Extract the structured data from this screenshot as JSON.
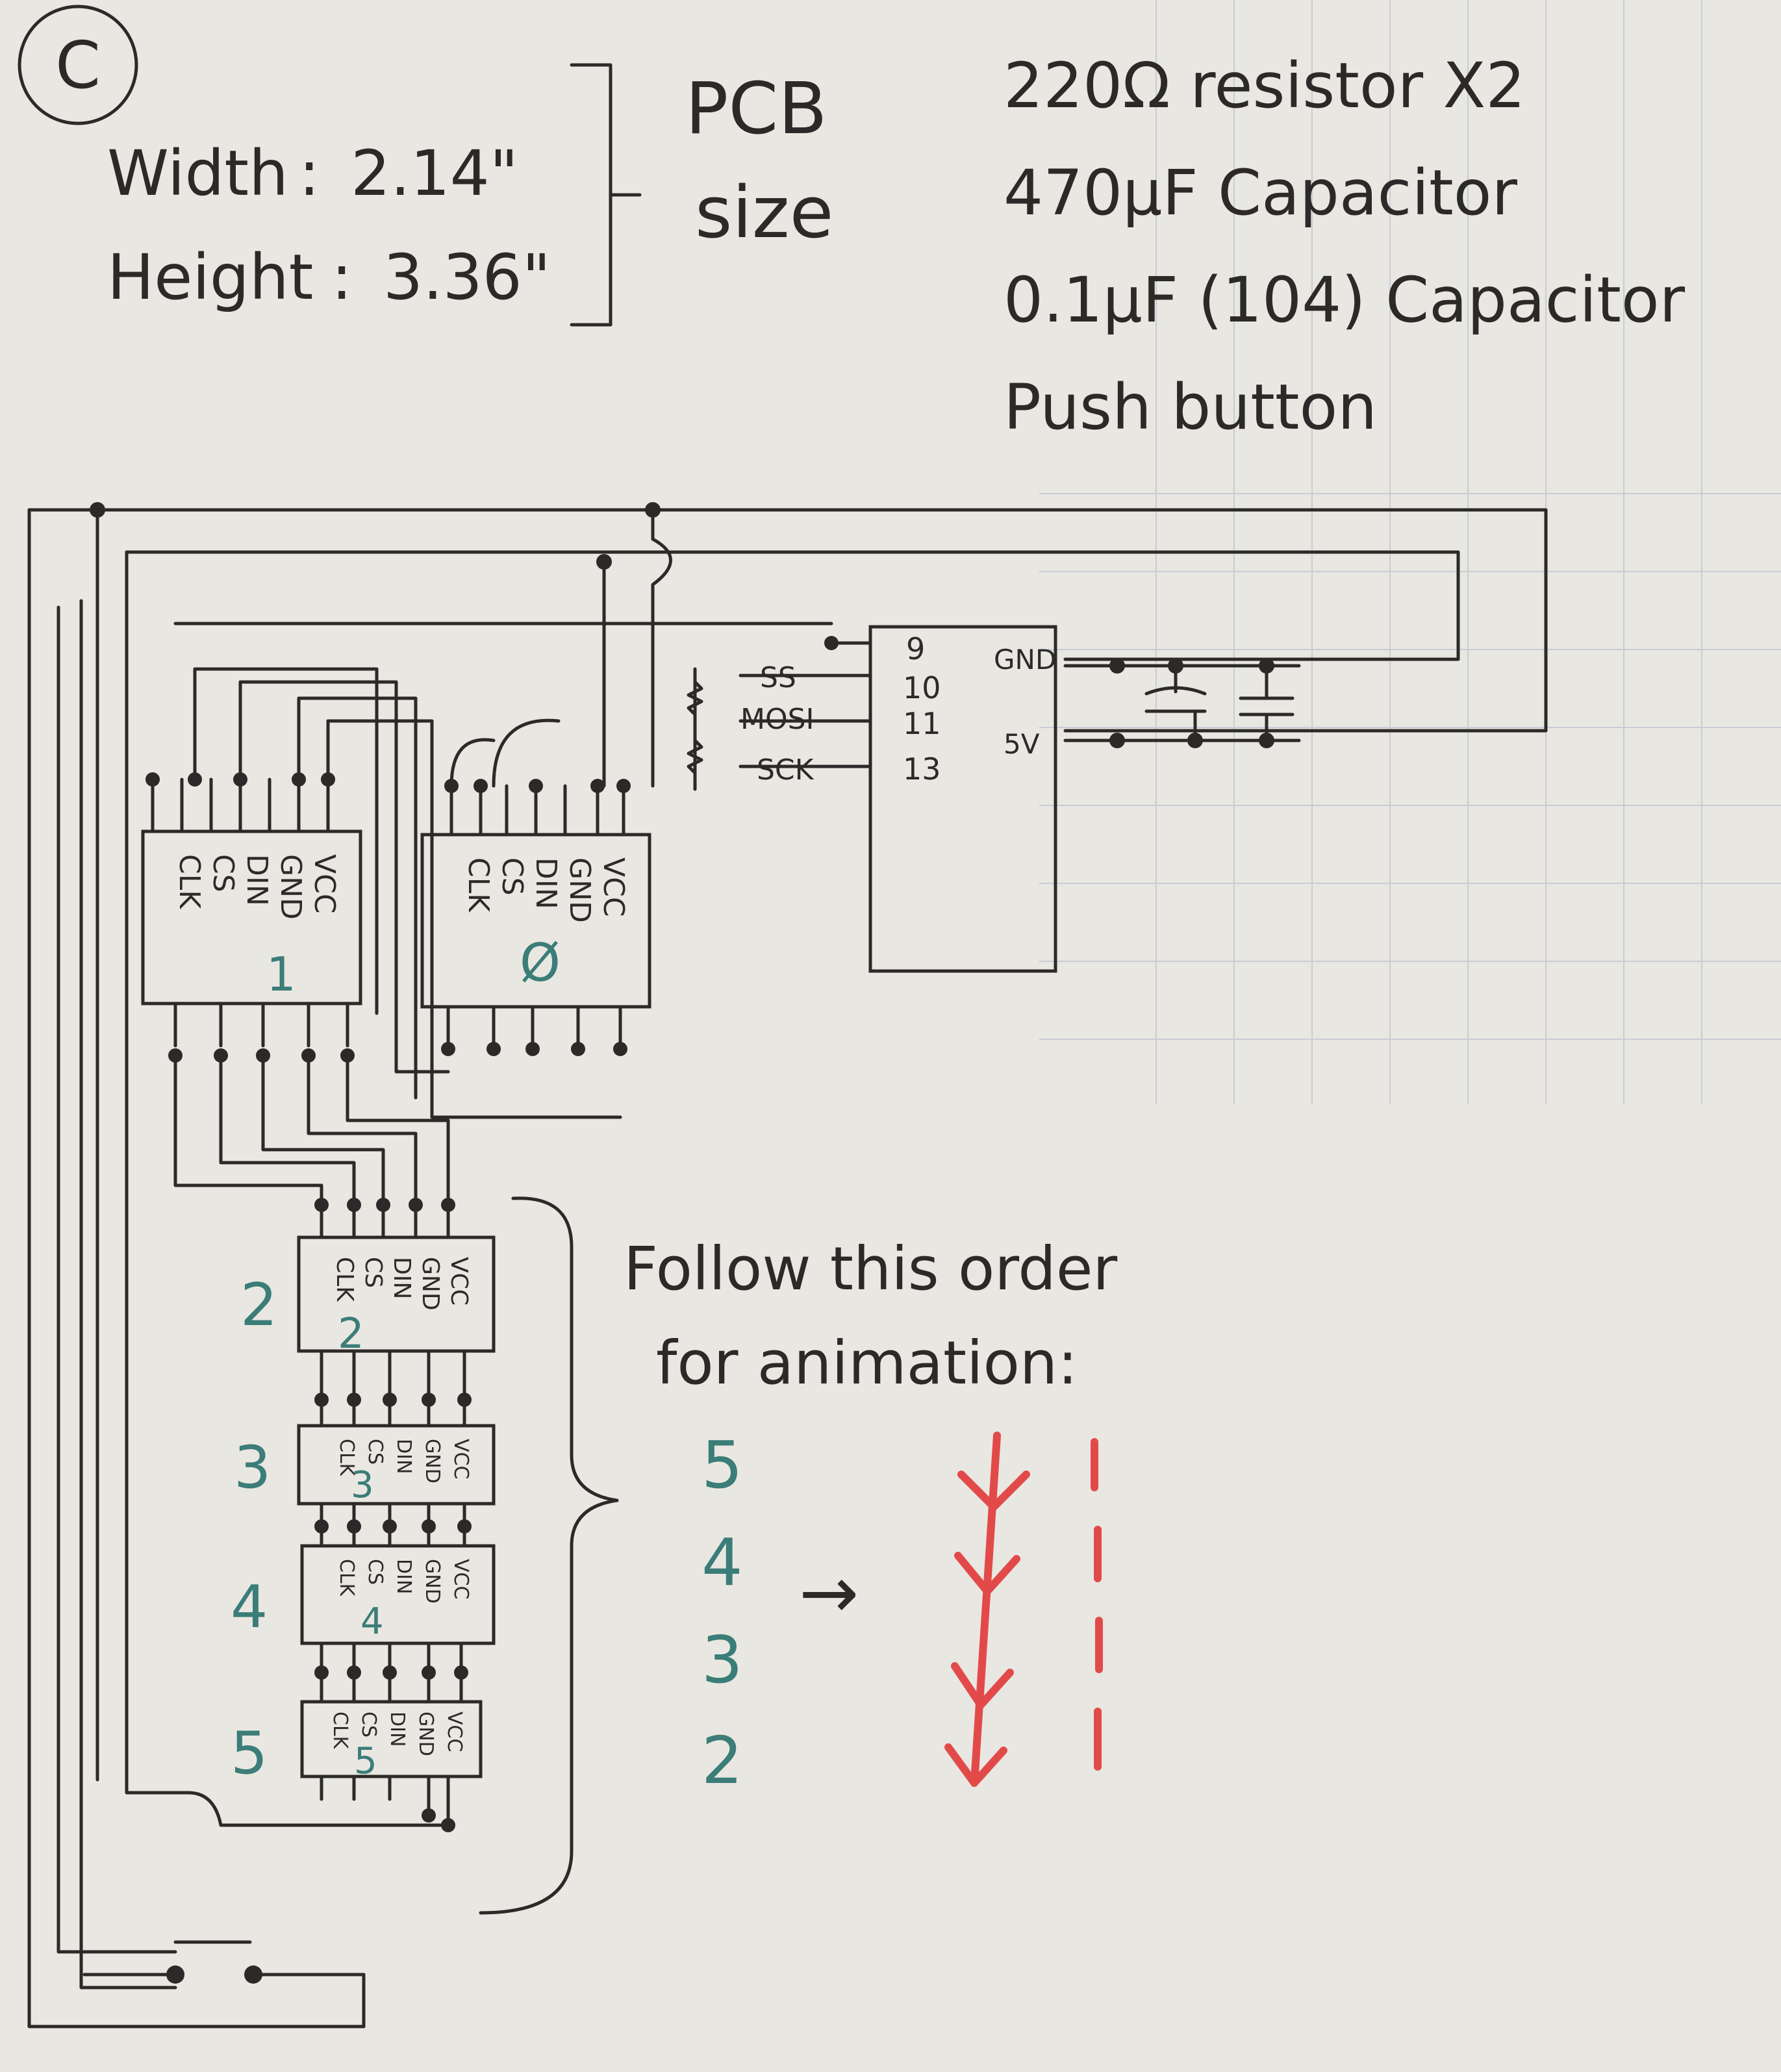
{
  "corner_label": "C",
  "pcb": {
    "width_label": "Width",
    "width_value": "2.14\"",
    "height_label": "Height",
    "height_value": "3.36\"",
    "title_line1": "PCB",
    "title_line2": "size"
  },
  "parts": [
    "220Ω resistor X2",
    "470μF Capacitor",
    "0.1μF (104) Capacitor",
    "Push button"
  ],
  "microcontroller": {
    "pins_left": [
      "9",
      "10",
      "11",
      "13"
    ],
    "signals": [
      "SS",
      "MOSI",
      "SCK"
    ],
    "power_pins": [
      "GND",
      "5V"
    ]
  },
  "module_pins": [
    "VCC",
    "GND",
    "DIN",
    "CS",
    "CLK"
  ],
  "modules": {
    "top_left_number": "1",
    "top_right_number": "Ø",
    "stack": [
      "2",
      "3",
      "4",
      "5"
    ]
  },
  "note": {
    "line1": "Follow this order",
    "line2": "for animation:"
  },
  "order_list": [
    "5",
    "4",
    "3",
    "2"
  ],
  "arrow_symbol": "→",
  "colors": {
    "ink": "#2b2a28",
    "teal_ink": "#3b7d78",
    "red_ink": "#e24a4a",
    "paper": "#e9e7e1"
  }
}
